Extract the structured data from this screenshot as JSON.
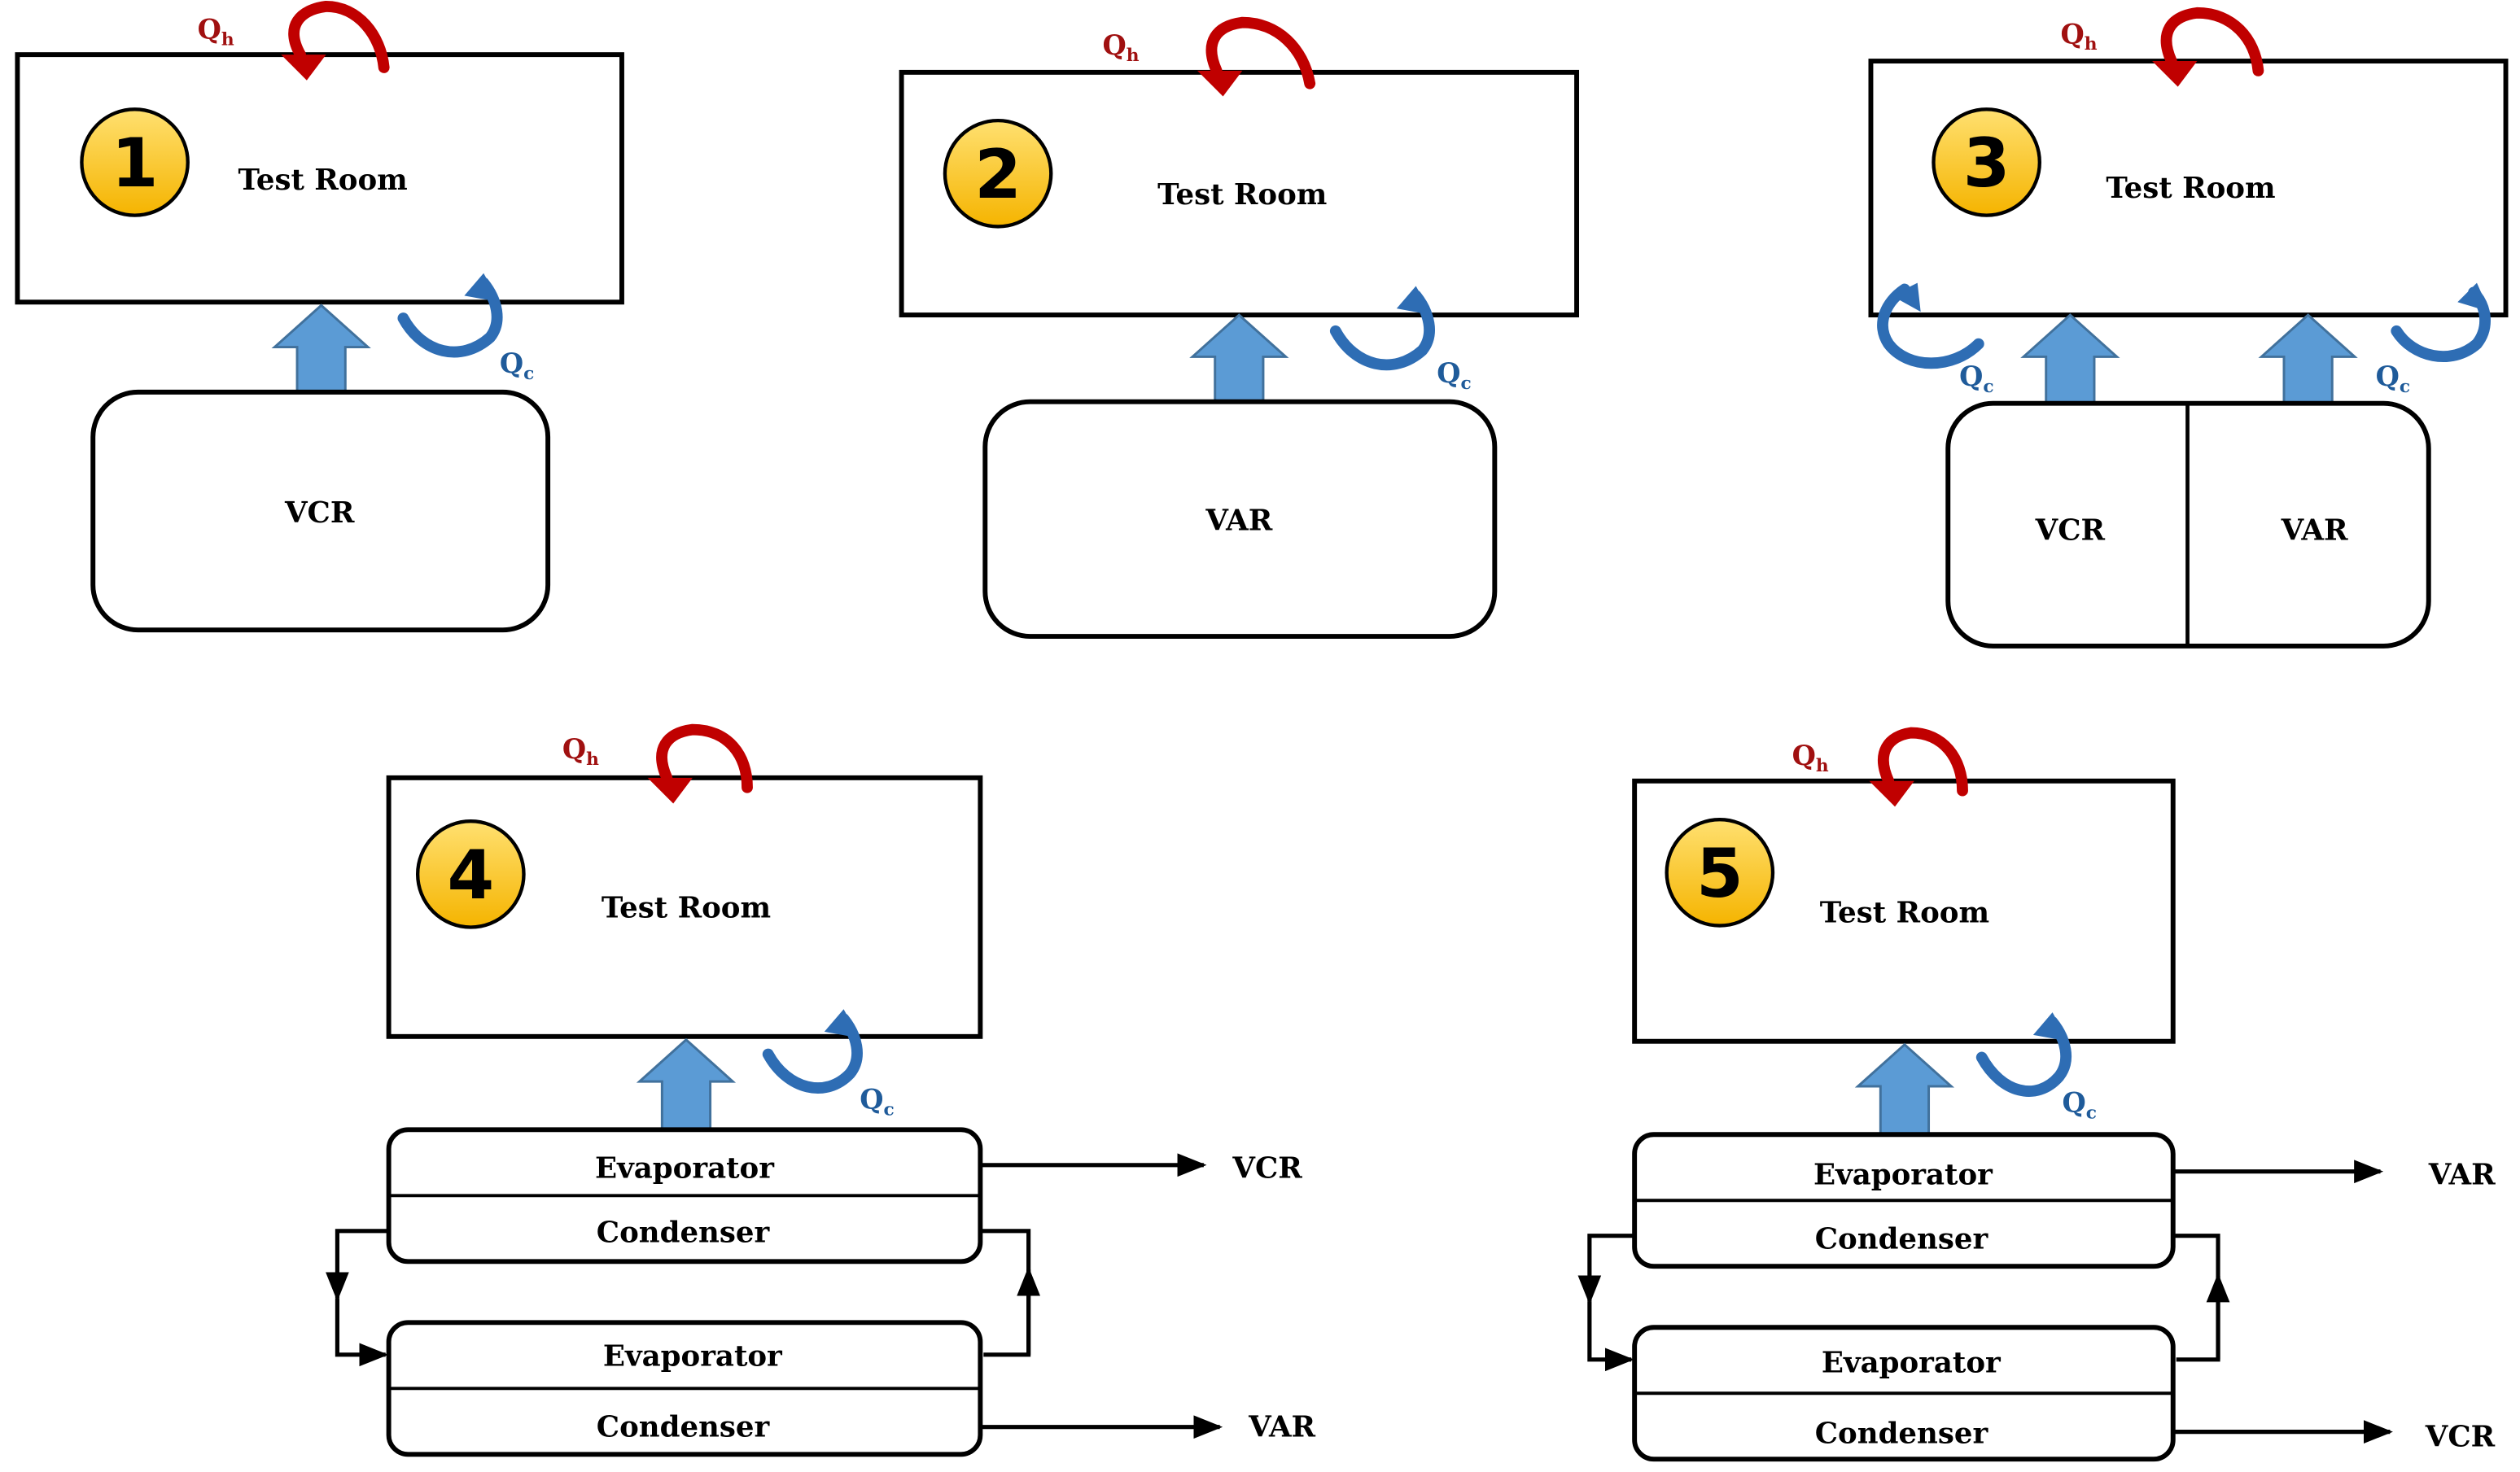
{
  "colors": {
    "heat": "#c00000",
    "cool": "#2e6db4",
    "up_arrow": "#5b9bd5",
    "badge": "#ffc000"
  },
  "icons": {
    "heat_flow": "curved-arrow-icon",
    "cool_flow": "curved-arrow-icon",
    "supply": "up-arrow-icon"
  },
  "labels": {
    "heat": "Q",
    "heat_sub": "h",
    "cool": "Q",
    "cool_sub": "c",
    "room": "Test Room",
    "vcr": "VCR",
    "var": "VAR",
    "evaporator": "Evaporator",
    "condenser": "Condenser"
  },
  "configs": [
    {
      "number": "1",
      "room": "Test Room",
      "systems": [
        "VCR"
      ]
    },
    {
      "number": "2",
      "room": "Test Room",
      "systems": [
        "VAR"
      ]
    },
    {
      "number": "3",
      "room": "Test Room",
      "systems": [
        "VCR",
        "VAR"
      ]
    },
    {
      "number": "4",
      "room": "Test Room",
      "cascade": {
        "top": {
          "evaporator": "Evaporator",
          "condenser": "Condenser",
          "output": "VCR"
        },
        "bottom": {
          "evaporator": "Evaporator",
          "condenser": "Condenser",
          "output": "VAR"
        }
      }
    },
    {
      "number": "5",
      "room": "Test Room",
      "cascade": {
        "top": {
          "evaporator": "Evaporator",
          "condenser": "Condenser",
          "output": "VAR"
        },
        "bottom": {
          "evaporator": "Evaporator",
          "condenser": "Condenser",
          "output": "VCR"
        }
      }
    }
  ]
}
